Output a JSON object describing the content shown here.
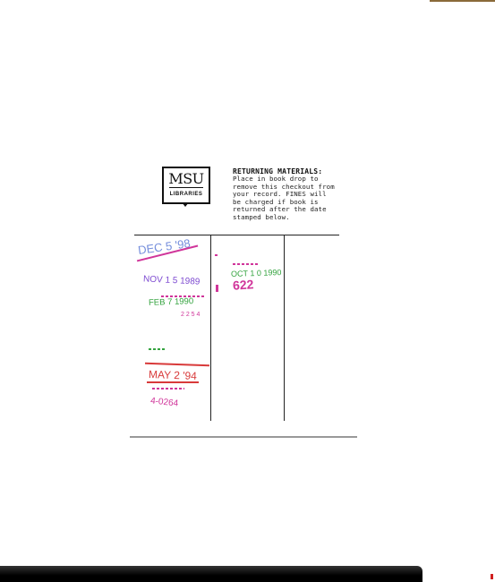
{
  "logo": {
    "name": "MSU",
    "sub": "LIBRARIES"
  },
  "notice": {
    "heading": "RETURNING MATERIALS:",
    "lines": [
      "Place in book drop to",
      "remove this checkout from",
      "your record. FINES will",
      "be charged if book is",
      "returned after the date",
      "stamped below."
    ]
  },
  "stamps": {
    "col1": [
      "DEC 5 '98",
      "NOV 1 5 1989",
      "FEB   7 1990",
      "2 2 5 4",
      "MAY 2 '94",
      "4-0264"
    ],
    "col2": [
      "OCT 1 0 1990",
      "622"
    ]
  },
  "colors": {
    "blue": "#5d7bd6",
    "pink": "#d0359a",
    "green": "#34a33f",
    "red": "#d83a3a",
    "purple": "#7e4bd1"
  }
}
